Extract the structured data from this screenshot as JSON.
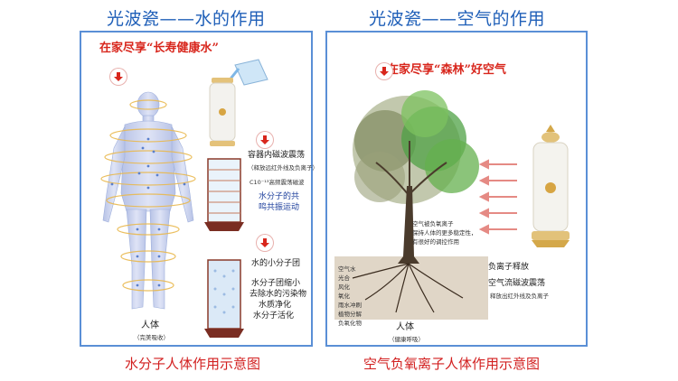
{
  "left": {
    "heading": "光波瓷——水的作用",
    "slogan": "在家尽享“长寿健康水”",
    "labels": {
      "container_vibration": "容器内磁波震荡",
      "infrared_release": "（释放远红外线及负离子）",
      "high_freq": "C10⁻¹³高频震荡磁波",
      "resonance_line1": "水分子的共",
      "resonance_line2": "鸣共振运动",
      "small_cluster": "水的小分子团",
      "effect1": "水分子团缩小",
      "effect2": "去除水的污染物",
      "effect3": "水质净化",
      "effect4": "水分子活化",
      "body": "人体",
      "body_sub": "（完美吸收）"
    },
    "caption": "水分子人体作用示意图"
  },
  "right": {
    "heading": "光波瓷——空气的作用",
    "slogan": "在家尽享“森林”好空气",
    "labels": {
      "tree_note1": "空气被负氧离子",
      "tree_note2": "保持人体的更多稳定性，",
      "tree_note3": "有很好的调控作用",
      "neg_ion_release": "负离子释放",
      "airflow": "空气流磁波震荡",
      "airflow_sub": "释放出红外线及负离子",
      "body": "人体",
      "body_sub": "（健康呼吸）",
      "soil": [
        "空气水",
        "光合",
        "风化",
        "氧化",
        "雨水冲刷",
        "植物分解",
        "负氧化物"
      ]
    },
    "caption": "空气负氧离子人体作用示意图"
  },
  "colors": {
    "heading": "#1f5fb8",
    "slogan": "#d8261c",
    "caption": "#d21f1f",
    "border": "#5a8fd6"
  },
  "icons": [
    "down-arrow-icon",
    "water-jug-icon",
    "ceramic-vase-icon",
    "human-body-icon",
    "tree-icon",
    "red-arrow-icon"
  ]
}
